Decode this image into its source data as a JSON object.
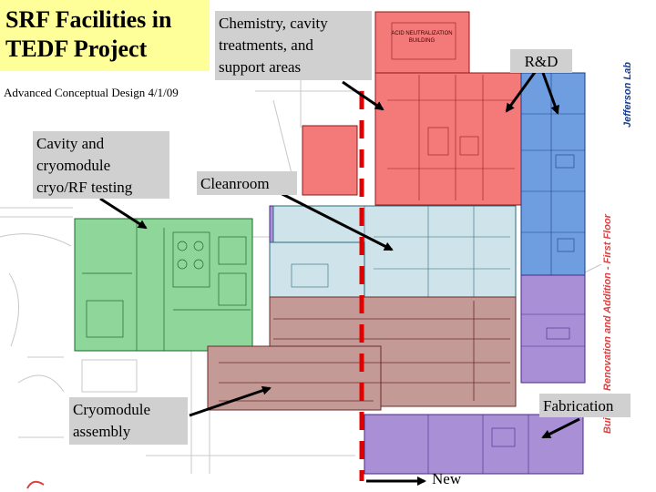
{
  "title": [
    "SRF Facilities in",
    "TEDF Project"
  ],
  "subtitle": "Advanced Conceptual Design 4/1/09",
  "callouts": {
    "chemistry": [
      "Chemistry, cavity",
      "treatments, and",
      "support areas"
    ],
    "rd": "R&D",
    "cavity": [
      "Cavity and",
      "cryomodule",
      "cryo/RF testing"
    ],
    "cleanroom": "Cleanroom",
    "cryomodule": [
      "Cryomodule",
      "assembly"
    ],
    "fabrication": "Fabrication",
    "new": "New"
  },
  "plan": {
    "building_label": [
      "ACID NEUTRALIZATION",
      "BUILDING"
    ],
    "logo_text": "Jefferson Lab",
    "side_caption": "Building Renovation and Addition - First Floor"
  },
  "colors": {
    "title_bg": "#ffff99",
    "callout_bg": "#d0d0d0",
    "chemistry_zone": "#f47a7a",
    "rd_zone": "#6f9ee0",
    "testing_zone": "#8fd69a",
    "cleanroom_zone": "#cfe3ea",
    "assembly_zone": "#c49a96",
    "fabrication_zone": "#a98fd6",
    "new_boundary": "#e00000",
    "side_caption": "#e04040"
  }
}
